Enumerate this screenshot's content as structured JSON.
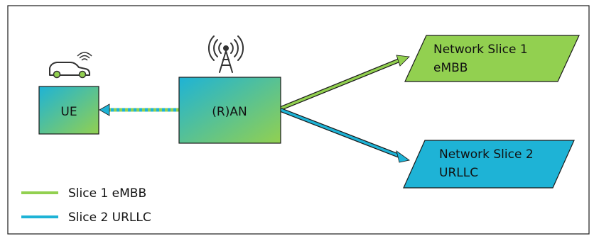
{
  "nodes": {
    "ue": {
      "label": "UE"
    },
    "ran": {
      "label": "(R)AN"
    },
    "slice1": {
      "line1": "Network Slice 1",
      "line2": "eMBB"
    },
    "slice2": {
      "line1": "Network Slice 2",
      "line2": "URLLC"
    }
  },
  "legend": [
    {
      "label": "Slice 1 eMBB",
      "color": "#92D050"
    },
    {
      "label": "Slice 2 URLLC",
      "color": "#1EB3D6"
    }
  ],
  "icons": {
    "car": "car-with-wifi-icon",
    "tower": "radio-tower-icon"
  },
  "colors": {
    "green": "#92D050",
    "blue": "#1EB3D6",
    "border": "#1a1a1a"
  }
}
